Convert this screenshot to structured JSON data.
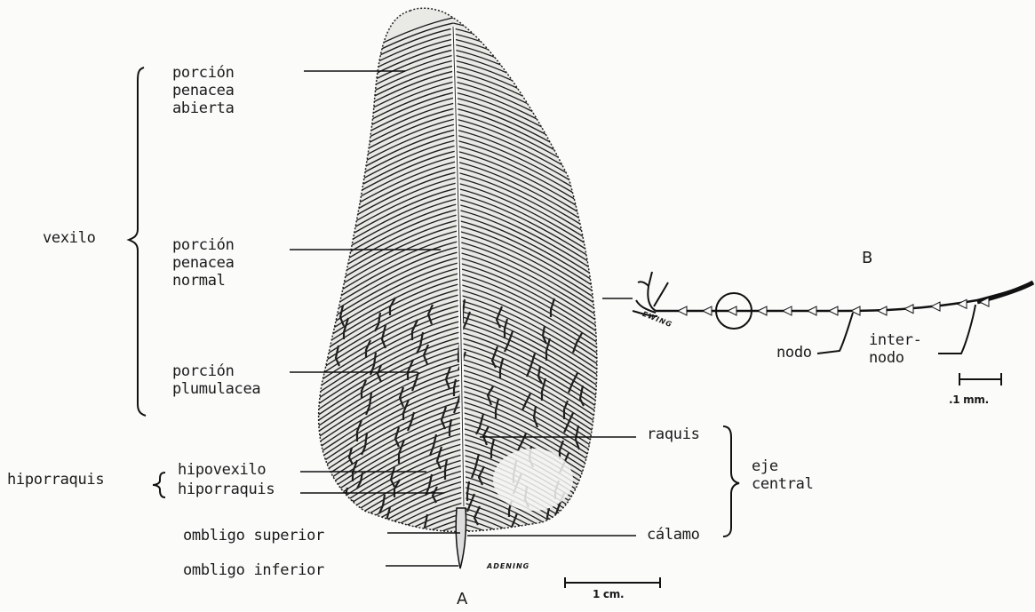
{
  "labels": {
    "open_pennaceous": "porción\npenacea\nabierta",
    "normal_pennaceous": "porción\npenacea\nnormal",
    "plumulaceous": "porción\nplumulacea",
    "vexillum": "vexilo",
    "afterfeather_group": "hiporraquis",
    "afterfeather_vane": "hipovexilo",
    "afterfeather_rachis": "hiporraquis",
    "superior_umbilicus": "ombligo superior",
    "inferior_umbilicus": "ombligo inferior",
    "rachis": "raquis",
    "calamus": "cálamo",
    "central_axis": "eje\ncentral",
    "node": "nodo",
    "internode": "inter-\nnodo"
  },
  "panels": {
    "a": "A",
    "b": "B"
  },
  "scales": {
    "feather": "1 cm.",
    "barbule": ".1 mm."
  },
  "signatures": {
    "main": "ADENING",
    "inset": "EWING"
  }
}
